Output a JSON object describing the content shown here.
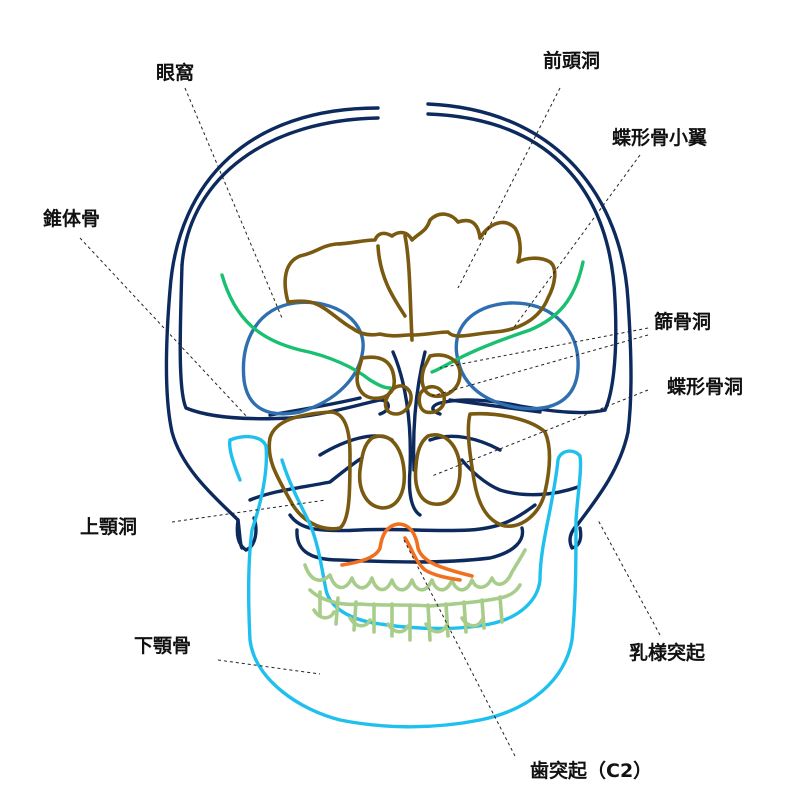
{
  "labels": {
    "orbit": "眼窩",
    "frontal_sinus": "前頭洞",
    "lesser_wing": "蝶形骨小翼",
    "petrous": "錐体骨",
    "ethmoid_sinus": "篩骨洞",
    "sphenoid_sinus": "蝶形骨洞",
    "maxillary_sinus": "上顎洞",
    "mandible": "下顎骨",
    "mastoid": "乳様突起",
    "dens": "歯突起（C2）"
  },
  "colors": {
    "skull_outline": "#0d2a5e",
    "orbit": "#2f6fb0",
    "lesser_wing": "#18c070",
    "sinus": "#7a5a10",
    "mandible": "#20c0ee",
    "teeth": "#a8cc8a",
    "dens": "#f07020"
  }
}
